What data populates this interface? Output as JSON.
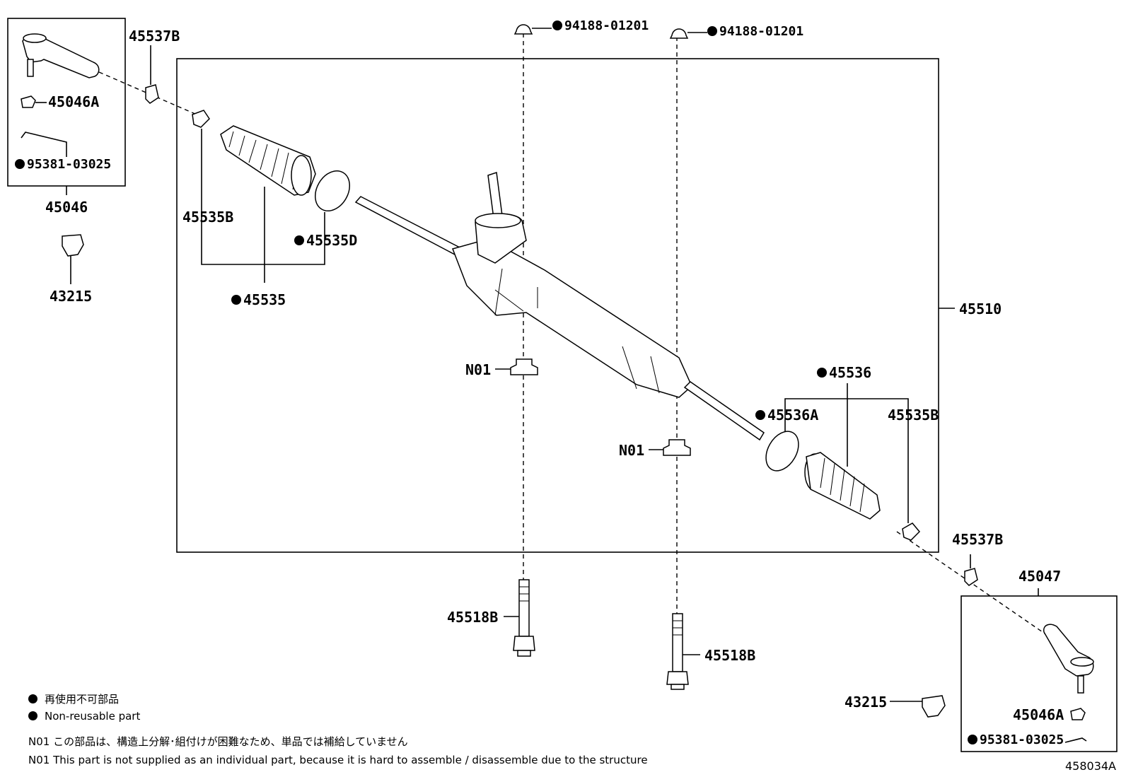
{
  "labels": {
    "l45537b_a": "45537B",
    "l45046a_a": "45046A",
    "l95381_a": "95381-03025",
    "l45046": "45046",
    "l43215_a": "43215",
    "l45535b_a": "45535B",
    "l45535d": "45535D",
    "l45535": "45535",
    "l94188_a": "94188-01201",
    "l94188_b": "94188-01201",
    "l45510": "45510",
    "ln01_a": "N01",
    "ln01_b": "N01",
    "l45536": "45536",
    "l45536a": "45536A",
    "l45535b_b": "45535B",
    "l45537b_b": "45537B",
    "l45047": "45047",
    "l45518b_a": "45518B",
    "l45518b_b": "45518B",
    "l43215_b": "43215",
    "l45046a_b": "45046A",
    "l95381_b": "95381-03025"
  },
  "legend": {
    "jp_nonreusable": "再使用不可部品",
    "en_nonreusable": "Non-reusable part",
    "n01_jp": "N01 この部品は、構造上分解･組付けが困難なため、単品では補給していません",
    "n01_en": "N01 This part is not supplied as an individual part, because it is hard to assemble / disassemble due to the structure"
  },
  "figure_number": "458034A"
}
